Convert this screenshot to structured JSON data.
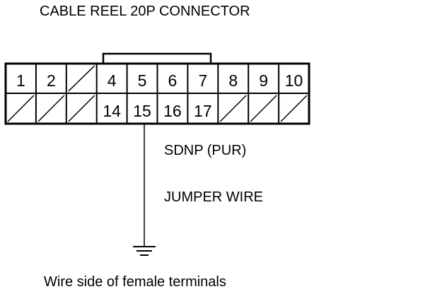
{
  "title": "CABLE REEL 20P CONNECTOR",
  "wire_label": "SDNP (PUR)",
  "jumper_label": "JUMPER WIRE",
  "caption": "Wire side of female terminals",
  "connector": {
    "top_row": [
      "1",
      "2",
      "",
      "4",
      "5",
      "6",
      "7",
      "8",
      "9",
      "10"
    ],
    "bottom_row": [
      "",
      "",
      "",
      "14",
      "15",
      "16",
      "17",
      "",
      "",
      ""
    ]
  },
  "colors": {
    "line": "#000000",
    "background": "#ffffff"
  }
}
